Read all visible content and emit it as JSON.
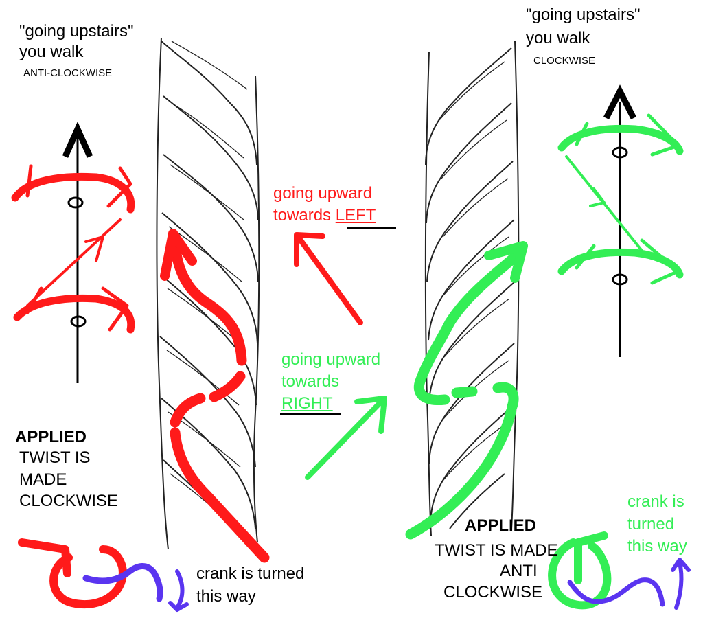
{
  "left": {
    "heading_line1": "\"going upstairs\"",
    "heading_line2": "you walk",
    "heading_direction": "ANTI-CLOCKWISE",
    "applied_title": "APPLIED",
    "applied_line1": "TWIST IS",
    "applied_line2": "MADE",
    "applied_line3": "CLOCKWISE",
    "crank_line1": "crank is turned",
    "crank_line2": "this way"
  },
  "middle": {
    "red_line1": "going upward",
    "red_line2": "towards",
    "red_emph": "LEFT",
    "green_line1": "going upward",
    "green_line2": "towards",
    "green_emph": "RIGHT"
  },
  "right": {
    "heading_line1": "\"going upstairs\"",
    "heading_line2": "you walk",
    "heading_direction": "CLOCKWISE",
    "applied_title": "APPLIED",
    "applied_line1": "TWIST IS MADE",
    "applied_line2": "ANTI",
    "applied_line3": "CLOCKWISE",
    "crank_line1": "crank is",
    "crank_line2": "turned",
    "crank_line3": "this way"
  },
  "colors": {
    "red": "#ff1a1a",
    "green": "#33ee55",
    "blue": "#5a35f0",
    "black": "#000000"
  }
}
